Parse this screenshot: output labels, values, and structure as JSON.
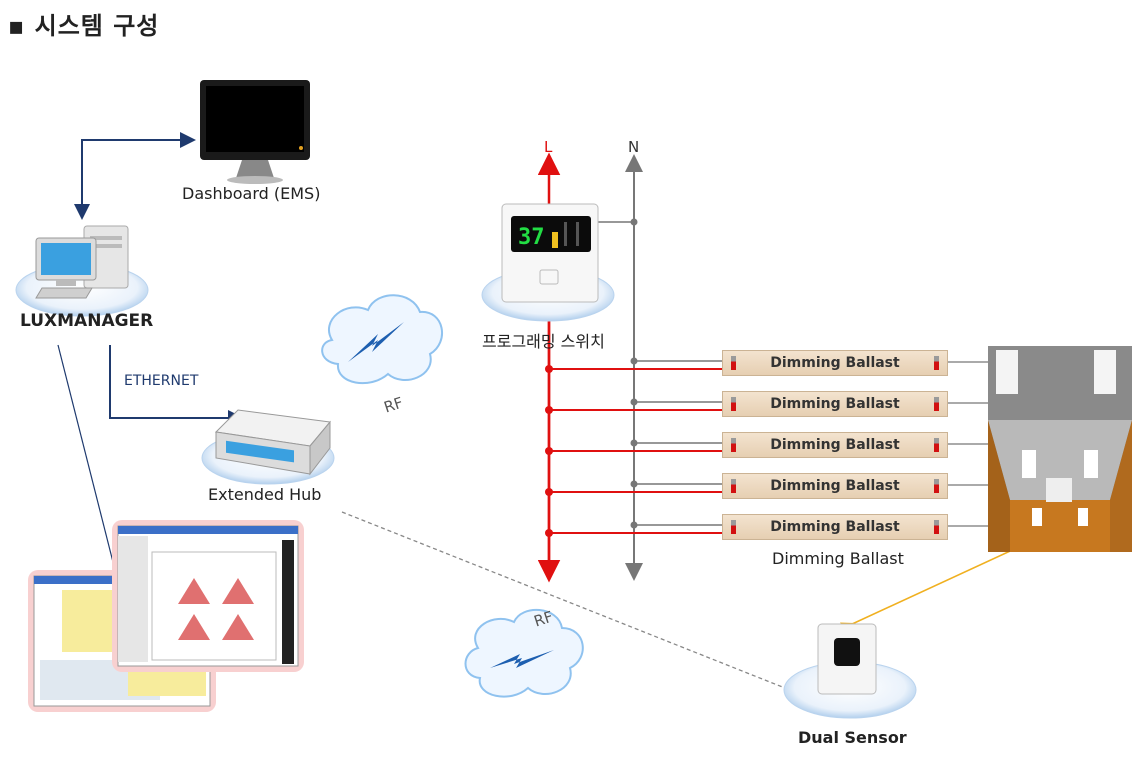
{
  "title": "▪ 시스템 구성",
  "nodes": {
    "dashboard": "Dashboard (EMS)",
    "luxmanager": "LUXMANAGER",
    "hub": "Extended Hub",
    "switch": "프로그래밍 스위치",
    "sensor": "Dual Sensor",
    "ballast_group": "Dimming Ballast"
  },
  "links": {
    "ethernet": "ETHERNET",
    "rf1": "RF",
    "rf2": "RF"
  },
  "power": {
    "live": "L",
    "neutral": "N"
  },
  "switch_display": "37",
  "ballasts": [
    "Dimming Ballast",
    "Dimming Ballast",
    "Dimming Ballast",
    "Dimming Ballast",
    "Dimming Ballast"
  ],
  "colors": {
    "live": "#e01010",
    "neutral": "#777777",
    "link": "#1f3a6e",
    "sensor_link": "#f0b020"
  }
}
